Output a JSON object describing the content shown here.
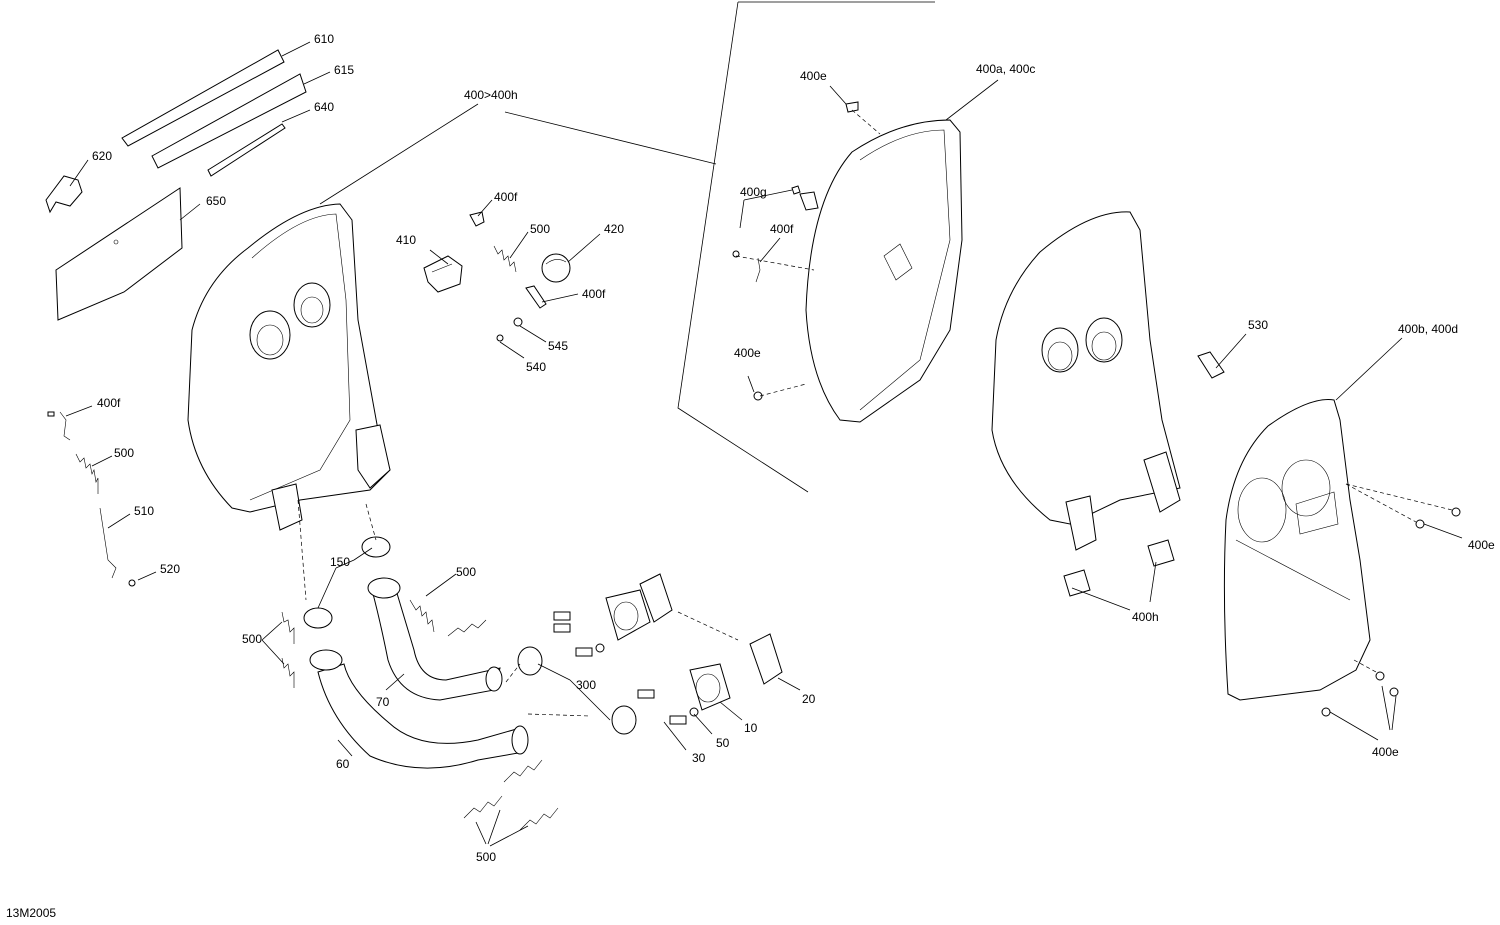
{
  "diagram_code": "13M2005",
  "callouts": {
    "c610": "610",
    "c615": "615",
    "c640": "640",
    "c620": "620",
    "c650": "650",
    "c400_400h": "400>400h",
    "c400f_a": "400f",
    "c500_a": "500",
    "c510": "510",
    "c520": "520",
    "c400f_b": "400f",
    "c410": "410",
    "c500_b": "500",
    "c420": "420",
    "c400f_c": "400f",
    "c545": "545",
    "c540": "540",
    "c150": "150",
    "c500_c": "500",
    "c500_d": "500",
    "c70": "70",
    "c60": "60",
    "c300": "300",
    "c20": "20",
    "c10": "10",
    "c50": "50",
    "c30": "30",
    "c500_e": "500",
    "c400e_a": "400e",
    "c400a_400c": "400a, 400c",
    "c400g": "400g",
    "c400f_d": "400f",
    "c400e_b": "400e",
    "c530": "530",
    "c400b_400d": "400b, 400d",
    "c400e_c": "400e",
    "c400h": "400h",
    "c400e_d": "400e"
  }
}
